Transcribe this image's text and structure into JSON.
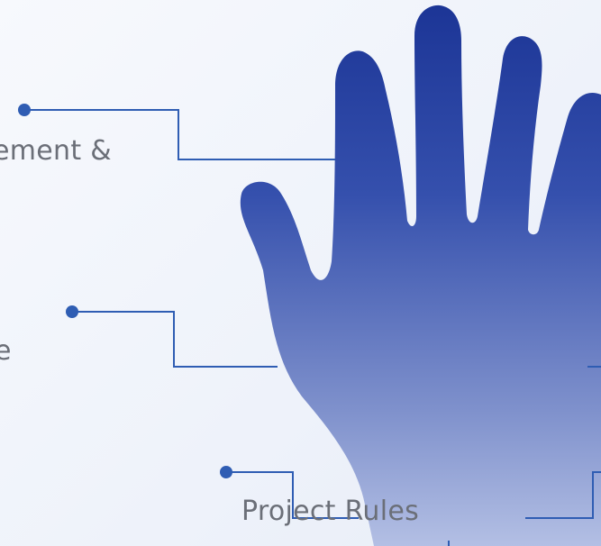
{
  "labels": {
    "item1": "ement &",
    "item2": "e",
    "item3": "Project Rules"
  },
  "colors": {
    "connector": "#2f5db3",
    "hand_top": "#1f3a9c",
    "hand_bottom": "#a6b3de",
    "text": "#6b6f78"
  }
}
